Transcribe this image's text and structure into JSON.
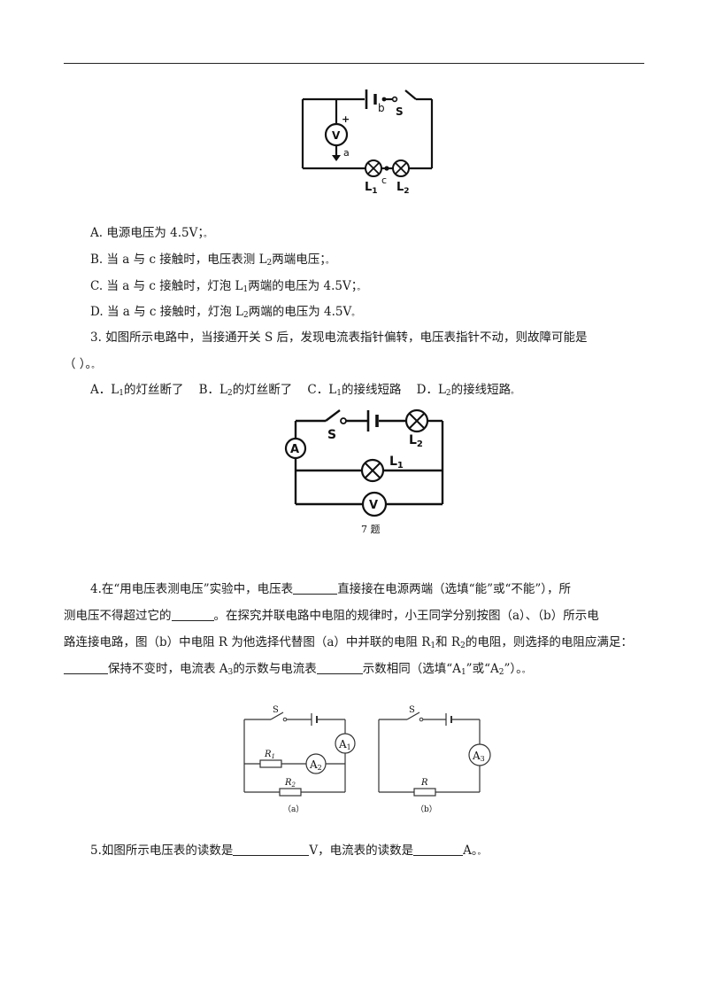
{
  "q2": {
    "labels": {
      "b": "b",
      "s": "S",
      "v": "V",
      "plus": "+",
      "a": "a",
      "c": "c",
      "l1": "L",
      "l1_sub": "1",
      "l2": "L",
      "l2_sub": "2"
    },
    "options": [
      {
        "letter": "A.",
        "text": "电源电压为 4.5V；",
        "tail": "。"
      },
      {
        "letter": "B.",
        "pre": "当 a 与 c 接触时，电压表测 L",
        "sub": "2",
        "post": "两端电压；",
        "tail": "。"
      },
      {
        "letter": "C.",
        "pre": "当 a 与 c 接触时，灯泡 L",
        "sub": "1",
        "post": "两端的电压为 4.5V；",
        "tail": "。"
      },
      {
        "letter": "D.",
        "pre": "当 a 与 c 接触时，灯泡 L",
        "sub": "2",
        "post": "两端的电压为 4.5V",
        "tail": "。"
      }
    ]
  },
  "q3": {
    "stem_line1": "3.  如图所示电路中，当接通开关 S 后，发现电流表指针偏转，电压表指针不动，则故障可能是",
    "stem_line2": "（      ）。",
    "stem_tail": "。",
    "options": {
      "a_pre": "A．L",
      "a_sub": "1",
      "a_post": "的灯丝断了",
      "b_pre": "B．L",
      "b_sub": "2",
      "b_post": "的灯丝断了",
      "c_pre": "C．L",
      "c_sub": "1",
      "c_post": "的接线短路",
      "d_pre": "D．L",
      "d_sub": "2",
      "d_post": "的接线短路",
      "tail": "。"
    },
    "figure": {
      "s": "S",
      "a": "A",
      "l1": "L",
      "l1_sub": "1",
      "l2": "L",
      "l2_sub": "2",
      "v": "V",
      "caption": "7 题"
    }
  },
  "q4": {
    "l1_pre": "4.在“用电压表测电压”实验中，电压表",
    "l1_post": "直接接在电源两端（选填“能”或“不能”），所",
    "l2_pre": "测电压不得超过它的",
    "l2_post": "。在探究并联电路中电阻的规律时，小王同学分别按图（a）、（b）所示电",
    "l3_pre": "路连接电路，图（b）中电阻 R 为他选择代替图（a）中并联的电阻 R",
    "l3_sub1": "1",
    "l3_mid": "和 R",
    "l3_sub2": "2",
    "l3_post": "的电阻，则选择的电阻应满足：",
    "l4_mid1": "保持不变时，电流表 A",
    "l4_sub": "3",
    "l4_mid2": "的示数与电流表",
    "l4_mid3": "示数相同（选填“A",
    "l4_sub_a1": "1",
    "l4_mid4": "”或“A",
    "l4_sub_a2": "2",
    "l4_post": "”）。",
    "l4_tail": "。",
    "fig_a": {
      "s": "S",
      "a1": "A",
      "a1_sub": "1",
      "a2": "A",
      "a2_sub": "2",
      "r1": "R",
      "r1_sub": "1",
      "r2": "R",
      "r2_sub": "2",
      "caption": "（a）"
    },
    "fig_b": {
      "s": "S",
      "a3": "A",
      "a3_sub": "3",
      "r": "R",
      "caption": "（b）"
    }
  },
  "q5": {
    "pre": "5.如图所示电压表的读数是",
    "mid": "V，电流表的读数是",
    "post": "A。",
    "tail": "。"
  }
}
